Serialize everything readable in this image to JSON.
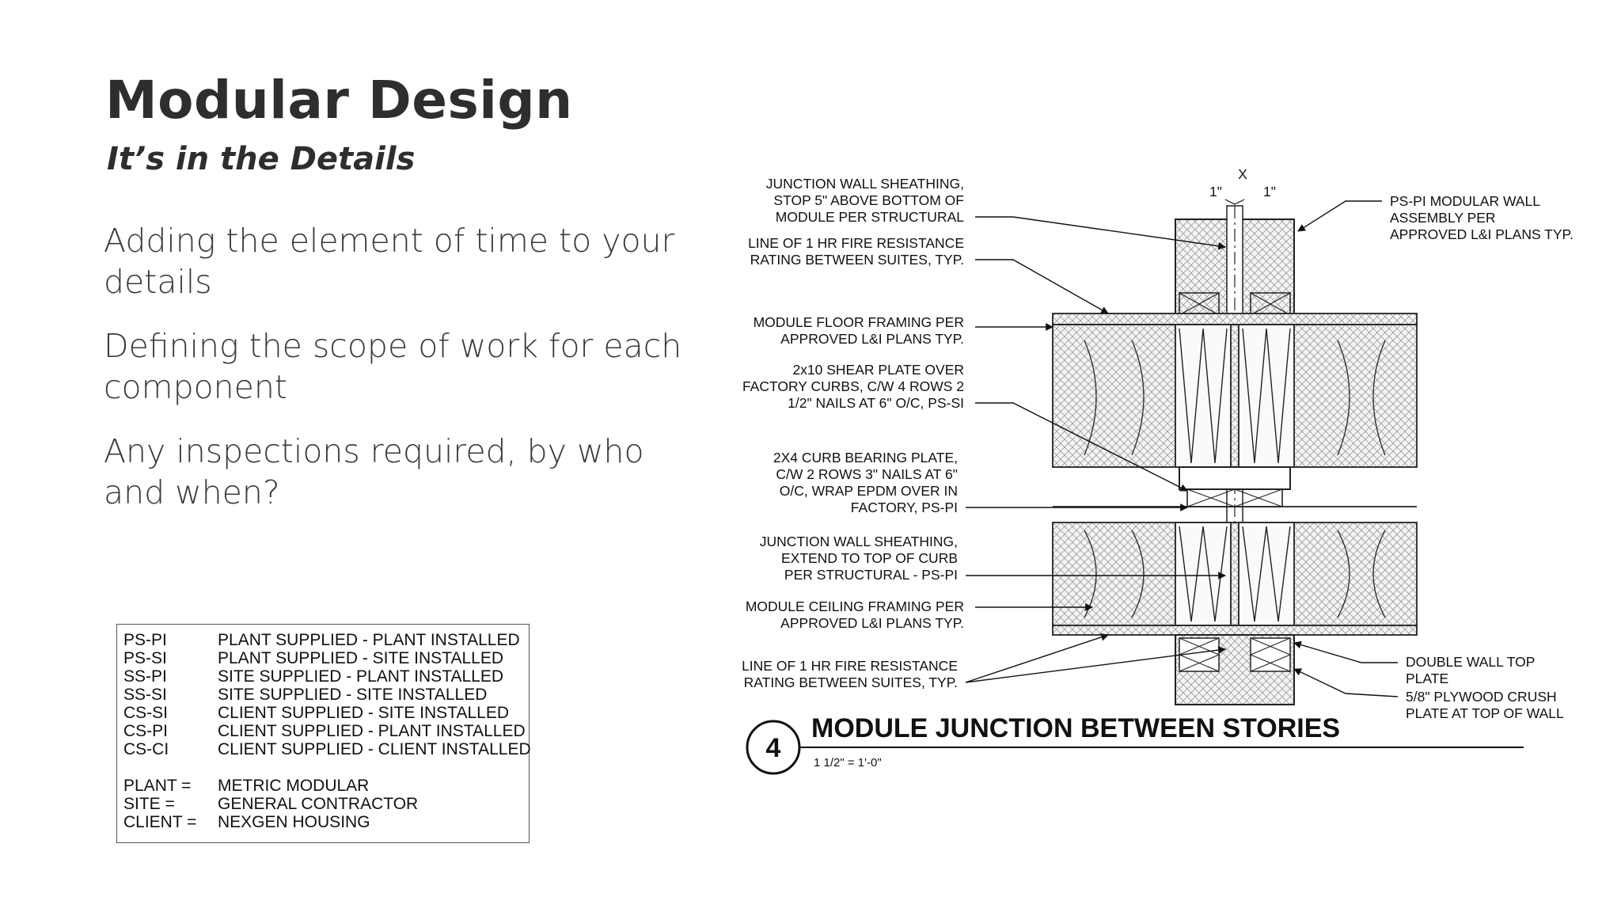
{
  "slide": {
    "title": "Modular Design",
    "subtitle": "It’s in the Details",
    "bullets": [
      "Adding the element of time to your details",
      "Defining the scope of work for each component",
      "Any inspections required, by who and when?"
    ]
  },
  "legend": {
    "codes": [
      {
        "code": "PS-PI",
        "desc": "PLANT SUPPLIED - PLANT INSTALLED"
      },
      {
        "code": "PS-SI",
        "desc": "PLANT SUPPLIED - SITE INSTALLED"
      },
      {
        "code": "SS-PI",
        "desc": "SITE SUPPLIED - PLANT INSTALLED"
      },
      {
        "code": "SS-SI",
        "desc": "SITE SUPPLIED - SITE INSTALLED"
      },
      {
        "code": "CS-SI",
        "desc": "CLIENT SUPPLIED - SITE INSTALLED"
      },
      {
        "code": "CS-PI",
        "desc": "CLIENT SUPPLIED - PLANT INSTALLED"
      },
      {
        "code": "CS-CI",
        "desc": "CLIENT SUPPLIED - CLIENT INSTALLED"
      }
    ],
    "parties": [
      {
        "code": "PLANT =",
        "desc": "METRIC MODULAR"
      },
      {
        "code": "SITE =",
        "desc": "GENERAL CONTRACTOR"
      },
      {
        "code": "CLIENT =",
        "desc": "NEXGEN HOUSING"
      }
    ]
  },
  "drawing": {
    "number": "4",
    "title": "MODULE JUNCTION BETWEEN STORIES",
    "scale": "1 1/2\" = 1'-0\"",
    "gap_marker": "X",
    "gap_left": "1\"",
    "gap_right": "1\"",
    "callouts_left": [
      [
        "JUNCTION WALL SHEATHING,",
        "STOP 5\" ABOVE BOTTOM OF",
        "MODULE PER STRUCTURAL"
      ],
      [
        "LINE OF 1 HR FIRE RESISTANCE",
        "RATING BETWEEN SUITES, TYP."
      ],
      [
        "MODULE FLOOR FRAMING PER",
        "APPROVED L&I PLANS TYP."
      ],
      [
        "2x10 SHEAR PLATE OVER",
        "FACTORY CURBS, C/W 4 ROWS 2",
        "1/2\" NAILS AT  6\" O/C, PS-SI"
      ],
      [
        "2X4 CURB BEARING PLATE,",
        "C/W 2 ROWS 3\" NAILS AT 6\"",
        "O/C, WRAP EPDM OVER IN",
        "FACTORY, PS-PI"
      ],
      [
        "JUNCTION WALL SHEATHING,",
        "EXTEND TO TOP OF CURB",
        "PER STRUCTURAL - PS-PI"
      ],
      [
        "MODULE CEILING FRAMING PER",
        "APPROVED L&I PLANS TYP."
      ],
      [
        "LINE OF 1 HR FIRE RESISTANCE",
        "RATING BETWEEN SUITES, TYP."
      ]
    ],
    "callouts_right": [
      [
        "PS-PI MODULAR WALL",
        "ASSEMBLY PER",
        "APPROVED L&I PLANS TYP."
      ],
      [
        "DOUBLE WALL TOP",
        "PLATE"
      ],
      [
        "5/8\" PLYWOOD CRUSH",
        "PLATE AT TOP OF WALL"
      ]
    ]
  }
}
